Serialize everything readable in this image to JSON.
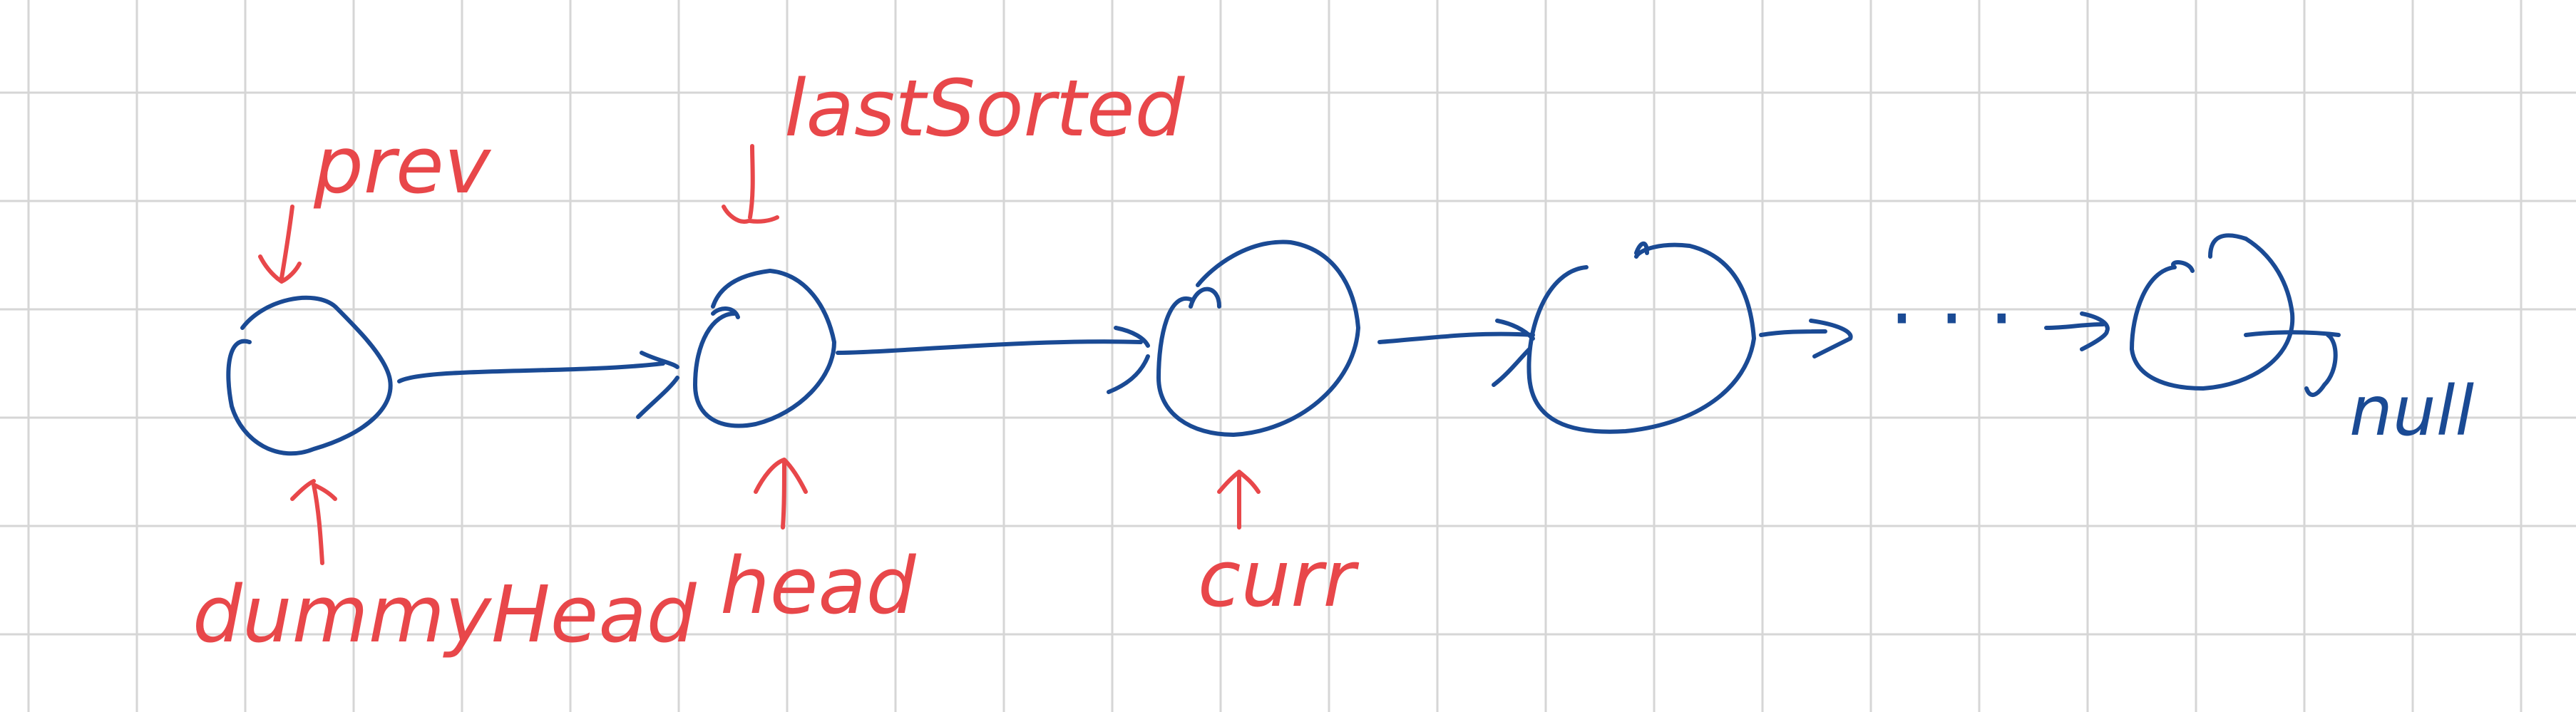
{
  "nodes": [
    {
      "name": "node-dummy-head"
    },
    {
      "name": "node-head"
    },
    {
      "name": "node-curr"
    },
    {
      "name": "node-4"
    },
    {
      "name": "node-tail"
    }
  ],
  "labels": {
    "prev": "prev",
    "last_sorted": "lastSorted",
    "dummy_head": "dummyHead",
    "head": "head",
    "curr": "curr",
    "null": "null",
    "ellipsis": "· · ·"
  },
  "colors": {
    "ink": "#1a4a94",
    "annotation": "#e8474a",
    "grid": "#d6d6d6"
  }
}
